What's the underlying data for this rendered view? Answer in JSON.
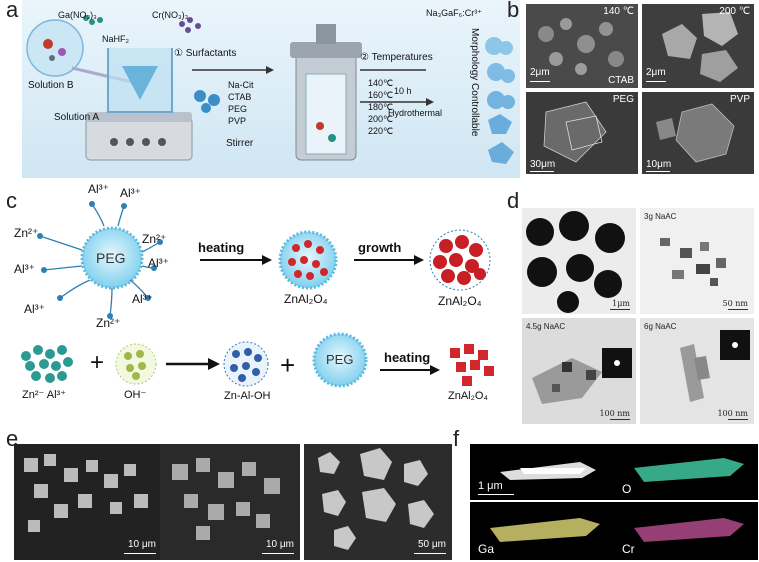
{
  "panel_a": {
    "letter": "a",
    "ga_nitrate": "Ga(NO₃)₃",
    "cr_nitrate": "Cr(NO₃)₃",
    "nahf2": "NaHF₂",
    "solution_b": "Solution B",
    "solution_a": "Solution A",
    "step1": "① Surfactants",
    "surfactants": [
      "Na-Cit",
      "CTAB",
      "PEG",
      "PVP"
    ],
    "stirrer": "Stirrer",
    "step2": "② Temperatures",
    "temperatures": [
      "140℃",
      "160℃",
      "180℃",
      "200℃",
      "220℃"
    ],
    "time": "10 h",
    "hydrothermal": "Hydrothermal",
    "product": "Na₃GaF₆:Cr³⁺",
    "morphology": "Morphology Controllable"
  },
  "panel_b": {
    "letter": "b",
    "images": [
      {
        "label": "140 ℃",
        "scale": "2μm",
        "tag": "CTAB"
      },
      {
        "label": "200 ℃",
        "scale": "2μm",
        "tag": ""
      },
      {
        "label": "PEG",
        "scale": "30μm",
        "tag": ""
      },
      {
        "label": "PVP",
        "scale": "10μm",
        "tag": ""
      }
    ]
  },
  "panel_c": {
    "letter": "c",
    "ions": [
      "Al³⁺",
      "Al³⁺",
      "Zn²⁺",
      "Zn²⁺",
      "Al³⁺",
      "Al³⁺",
      "Al³⁺",
      "Al³⁺",
      "Zn²⁺"
    ],
    "peg": "PEG",
    "heating": "heating",
    "growth": "growth",
    "product1": "ZnAl₂O₄",
    "product2": "ZnAl₂O₄",
    "row2_reactants": "Zn²⁻  Al³⁺",
    "oh": "OH⁻",
    "intermediate": "Zn-Al-OH",
    "peg2": "PEG",
    "heating2": "heating",
    "product3": "ZnAl₂O₄"
  },
  "panel_d": {
    "letter": "d",
    "images": [
      {
        "label": "",
        "scale": "1μm"
      },
      {
        "label": "3g NaAC",
        "scale": "50 nm"
      },
      {
        "label": "4.5g NaAC",
        "scale": "100 nm"
      },
      {
        "label": "6g NaAC",
        "scale": "100 nm"
      }
    ]
  },
  "panel_e": {
    "letter": "e",
    "scales": [
      "10 μm",
      "10 μm",
      "50 μm"
    ]
  },
  "panel_f": {
    "letter": "f",
    "scale": "1 μm",
    "elements": [
      "",
      "O",
      "Ga",
      "Cr"
    ]
  },
  "colors": {
    "ion_blue": "#2f7fb5",
    "peg_blue": "#7fd0ee",
    "znal_red": "#d1262c",
    "map_o": "#3fc8a0",
    "map_ga": "#c8c36a",
    "map_cr": "#b04a8a",
    "panel_a_bg": "#d9ecf6"
  }
}
